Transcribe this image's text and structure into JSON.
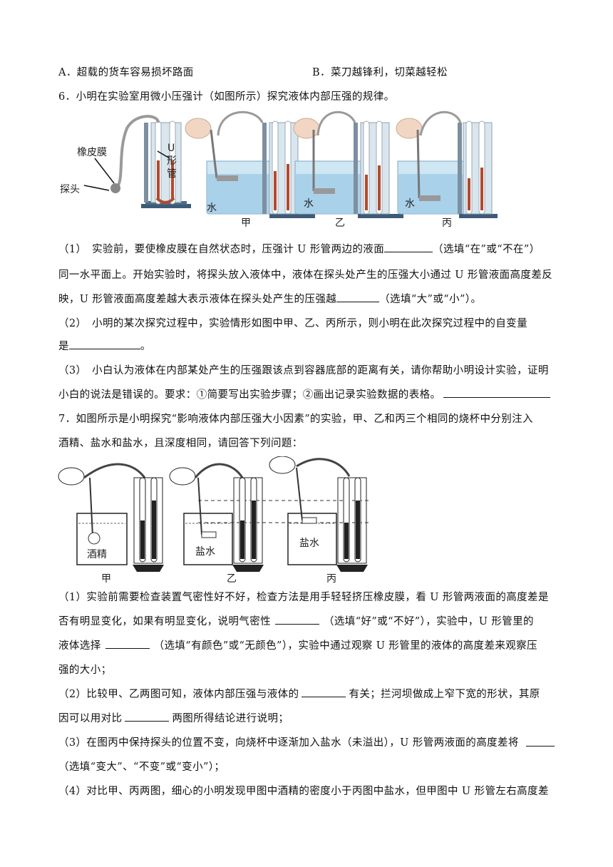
{
  "options": {
    "a": "A．超载的货车容易损坏路面",
    "b": "B．菜刀越锋利，切菜越轻松"
  },
  "q6": {
    "stem": "6．小明在实验室用微小压强计（如图所示）探究液体内部压强的规律。",
    "figure": {
      "label_membrane": "橡皮膜",
      "label_probe": "探头",
      "label_u1": "U",
      "label_u2": "形",
      "label_u3": "管",
      "water": "水",
      "cap_jia": "甲",
      "cap_yi": "乙",
      "cap_bing": "丙"
    },
    "p1_l1a": "（1）　实验前，要使橡皮膜在自然状态时，压强计 U 形管两边的液面",
    "p1_l1b": "（选填“在”或“不在”）",
    "p1_l2": "同一水平面上。开始实验时，将探头放入液体中，液体在探头处产生的压强大小通过 U 形管液面高度差反",
    "p1_l3a": "映，U 形管液面高度差越大表示液体在探头处产生的压强越",
    "p1_l3b": "（选填“大”或“小”）。",
    "p2_l1": "（2）　小明的某次探究过程中，实验情形如图中甲、乙、丙所示，则小明在此次探究过程中的自变量",
    "p2_l2a": "是",
    "p2_l2b": "。",
    "p3_l1": "（3）　小白认为液体在内部某处产生的压强跟该点到容器底部的距离有关，请你帮助小明设计实验，证明",
    "p3_l2": "小白的说法是错误的。要求：①简要写出实验步骤；②画出记录实验数据的表格。"
  },
  "q7": {
    "stem_l1": "7．如图所示是小明探究“影响液体内部压强大小因素”的实验，甲、乙和丙三个相同的烧杯中分别注入",
    "stem_l2": "酒精、盐水和盐水，且深度相同，请回答下列问题：",
    "figure": {
      "alcohol": "酒精",
      "salt_b": "盐水",
      "salt_c": "盐水",
      "cap_jia": "甲",
      "cap_yi": "乙",
      "cap_bing": "丙"
    },
    "p1_l1": "（1）实验前需要检查装置气密性好不好，检查方法是用手轻轻挤压橡皮膜，看 U 形管两液面的高度差是",
    "p1_l2a": "否有明显变化，如果有明显变化，说明气密性",
    "p1_l2b": "（选填“好”或“不好”），实验中，U 形管里的",
    "p1_l3a": "液体选择",
    "p1_l3b": "（选填“有颜色”或“无颜色”），实验中通过观察 U 形管里的液体的高度差来观察压",
    "p1_l4": "强的大小；",
    "p2_l1a": "（2）比较甲、乙两图可知，液体内部压强与液体的",
    "p2_l1b": "有关；拦河坝做成上窄下宽的形状，其原",
    "p2_l2a": "因可以用对比",
    "p2_l2b": "两图所得结论进行说明；",
    "p3_l1a": "（3）在图丙中保持探头的位置不变，向烧杯中逐渐加入盐水（未溢出），U 形管两液面的高度差将",
    "p3_l2": "（选填“变大”、“不变”或“变小”）；",
    "p4_l1": "（4）对比甲、丙两图，细心的小明发现甲图中酒精的密度小于丙图中盐水，但甲图中 U 形管左右高度差"
  }
}
